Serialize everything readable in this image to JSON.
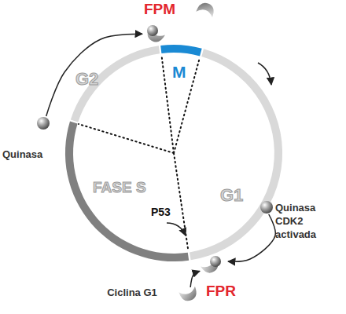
{
  "diagram": {
    "nodes": [
      {
        "text": [
          "Quinasa"
        ]
      },
      {
        "text": [
          "FPM"
        ]
      },
      {
        "text": [
          "Quinasa CDK2 activada"
        ]
      },
      {
        "text": [
          "FPR"
        ]
      },
      {
        "text": [
          "Ciclina G1"
        ]
      }
    ],
    "edges": [
      {
        "from": 0,
        "to": 1,
        "arrow": "to"
      },
      {
        "from": 2,
        "to": 3,
        "arrow": "to"
      },
      {
        "from": 4,
        "to": 3,
        "arrow": "to"
      }
    ],
    "labels": [
      "M",
      "G2",
      "G1",
      "FASE S",
      "P53"
    ]
  }
}
